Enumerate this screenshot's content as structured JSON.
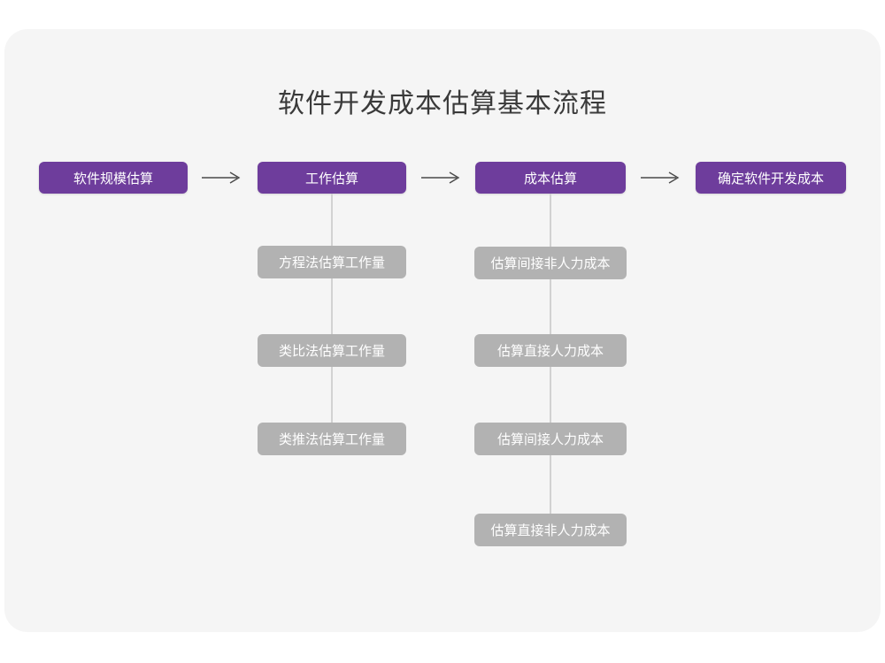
{
  "page": {
    "title": "软件开发成本估算基本流程",
    "background_color": "#ffffff",
    "card_color": "#f5f5f5"
  },
  "theme": {
    "stage_color": "#6e3d9c",
    "sub_color": "#b2b2b2",
    "connector_color": "#d2d2d2",
    "arrow_color": "#4a4a4a",
    "title_color": "#3a3a3a",
    "box_text_color": "#ffffff"
  },
  "diagram": {
    "type": "flowchart",
    "orientation": "left-to-right with vertical sub-branches",
    "stages": [
      {
        "label": "软件规模估算"
      },
      {
        "label": "工作估算"
      },
      {
        "label": "成本估算"
      },
      {
        "label": "确定软件开发成本"
      }
    ],
    "arrows": [
      {
        "glyph": "⟶",
        "from": "软件规模估算",
        "to": "工作估算"
      },
      {
        "glyph": "⟶",
        "from": "工作估算",
        "to": "成本估算"
      },
      {
        "glyph": "⟶",
        "from": "成本估算",
        "to": "确定软件开发成本"
      }
    ],
    "branches": [
      {
        "parent": "工作估算",
        "items": [
          {
            "label": "方程法估算工作量"
          },
          {
            "label": "类比法估算工作量"
          },
          {
            "label": "类推法估算工作量"
          }
        ]
      },
      {
        "parent": "成本估算",
        "items": [
          {
            "label": "估算间接非人力成本"
          },
          {
            "label": "估算直接人力成本"
          },
          {
            "label": "估算间接人力成本"
          },
          {
            "label": "估算直接非人力成本"
          }
        ]
      }
    ]
  }
}
